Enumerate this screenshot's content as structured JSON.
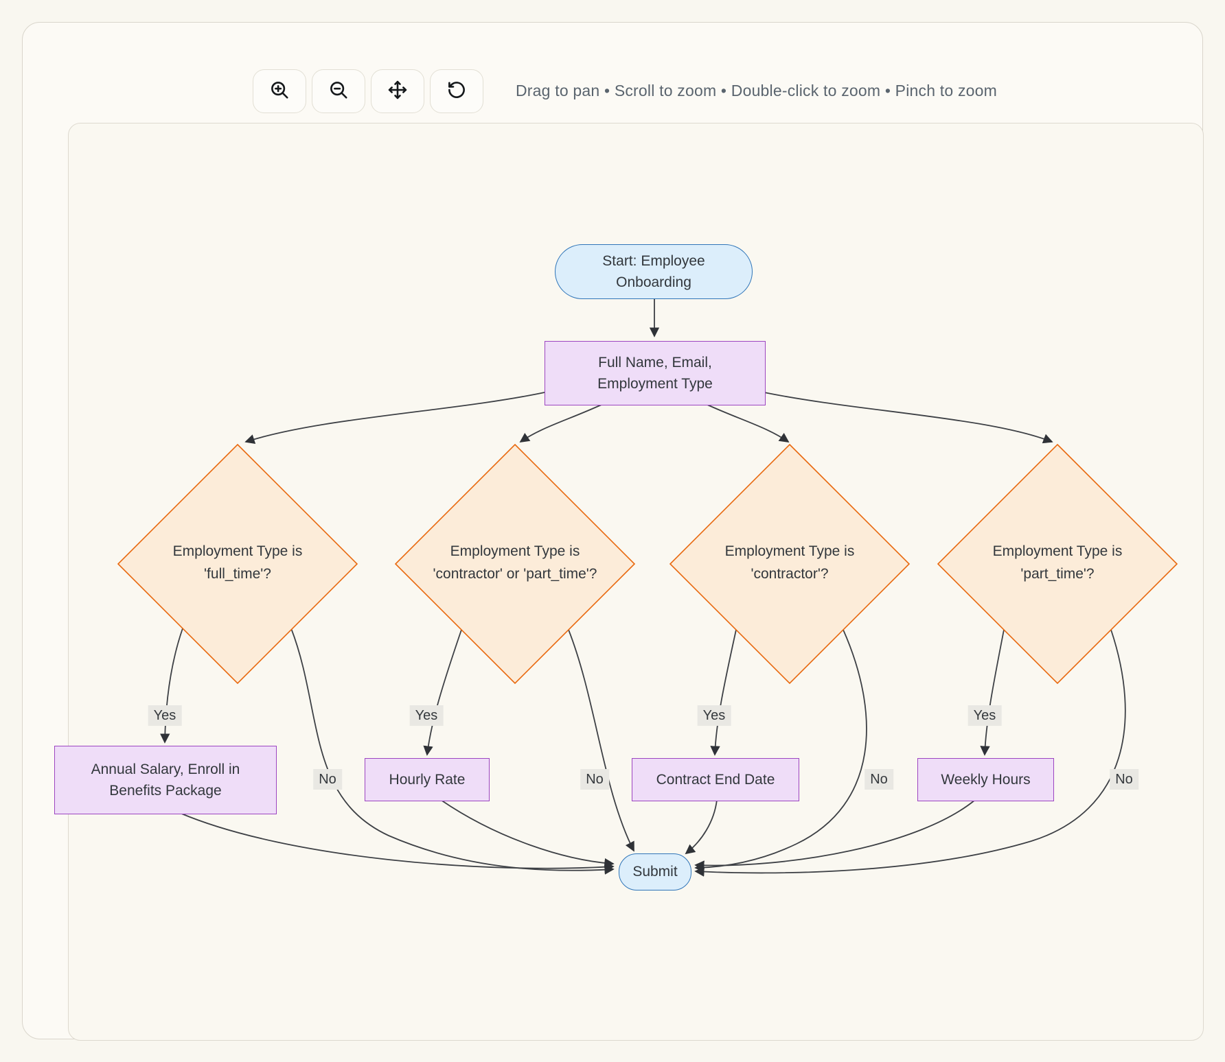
{
  "toolbar": {
    "hint": "Drag to pan • Scroll to zoom • Double-click to zoom • Pinch to zoom",
    "buttons": [
      {
        "name": "zoom-in"
      },
      {
        "name": "zoom-out"
      },
      {
        "name": "pan"
      },
      {
        "name": "reset-view"
      }
    ]
  },
  "colors": {
    "canvas_bg": "#faf8f1",
    "start_end_fill": "#dceefb",
    "start_end_border": "#2e74b8",
    "process_fill": "#efddf8",
    "process_border": "#9c44c1",
    "decision_fill": "#fcecd9",
    "decision_border": "#e8690f",
    "edge": "#3d4045"
  },
  "flowchart": {
    "nodes": {
      "start": {
        "lines": [
          "Start: Employee",
          "Onboarding"
        ]
      },
      "fields": {
        "lines": [
          "Full Name, Email,",
          "Employment Type"
        ]
      },
      "decisions": [
        {
          "lines": [
            "Employment Type is",
            "'full_time'?"
          ]
        },
        {
          "lines": [
            "Employment Type is",
            "'contractor' or 'part_time'?"
          ]
        },
        {
          "lines": [
            "Employment Type is",
            "'contractor'?"
          ]
        },
        {
          "lines": [
            "Employment Type is",
            "'part_time'?"
          ]
        }
      ],
      "results": [
        {
          "lines": [
            "Annual Salary, Enroll in",
            "Benefits Package"
          ]
        },
        {
          "lines": [
            "Hourly Rate"
          ]
        },
        {
          "lines": [
            "Contract End Date"
          ]
        },
        {
          "lines": [
            "Weekly Hours"
          ]
        }
      ],
      "end": {
        "label": "Submit"
      }
    },
    "edge_labels": {
      "yes": "Yes",
      "no": "No"
    }
  }
}
